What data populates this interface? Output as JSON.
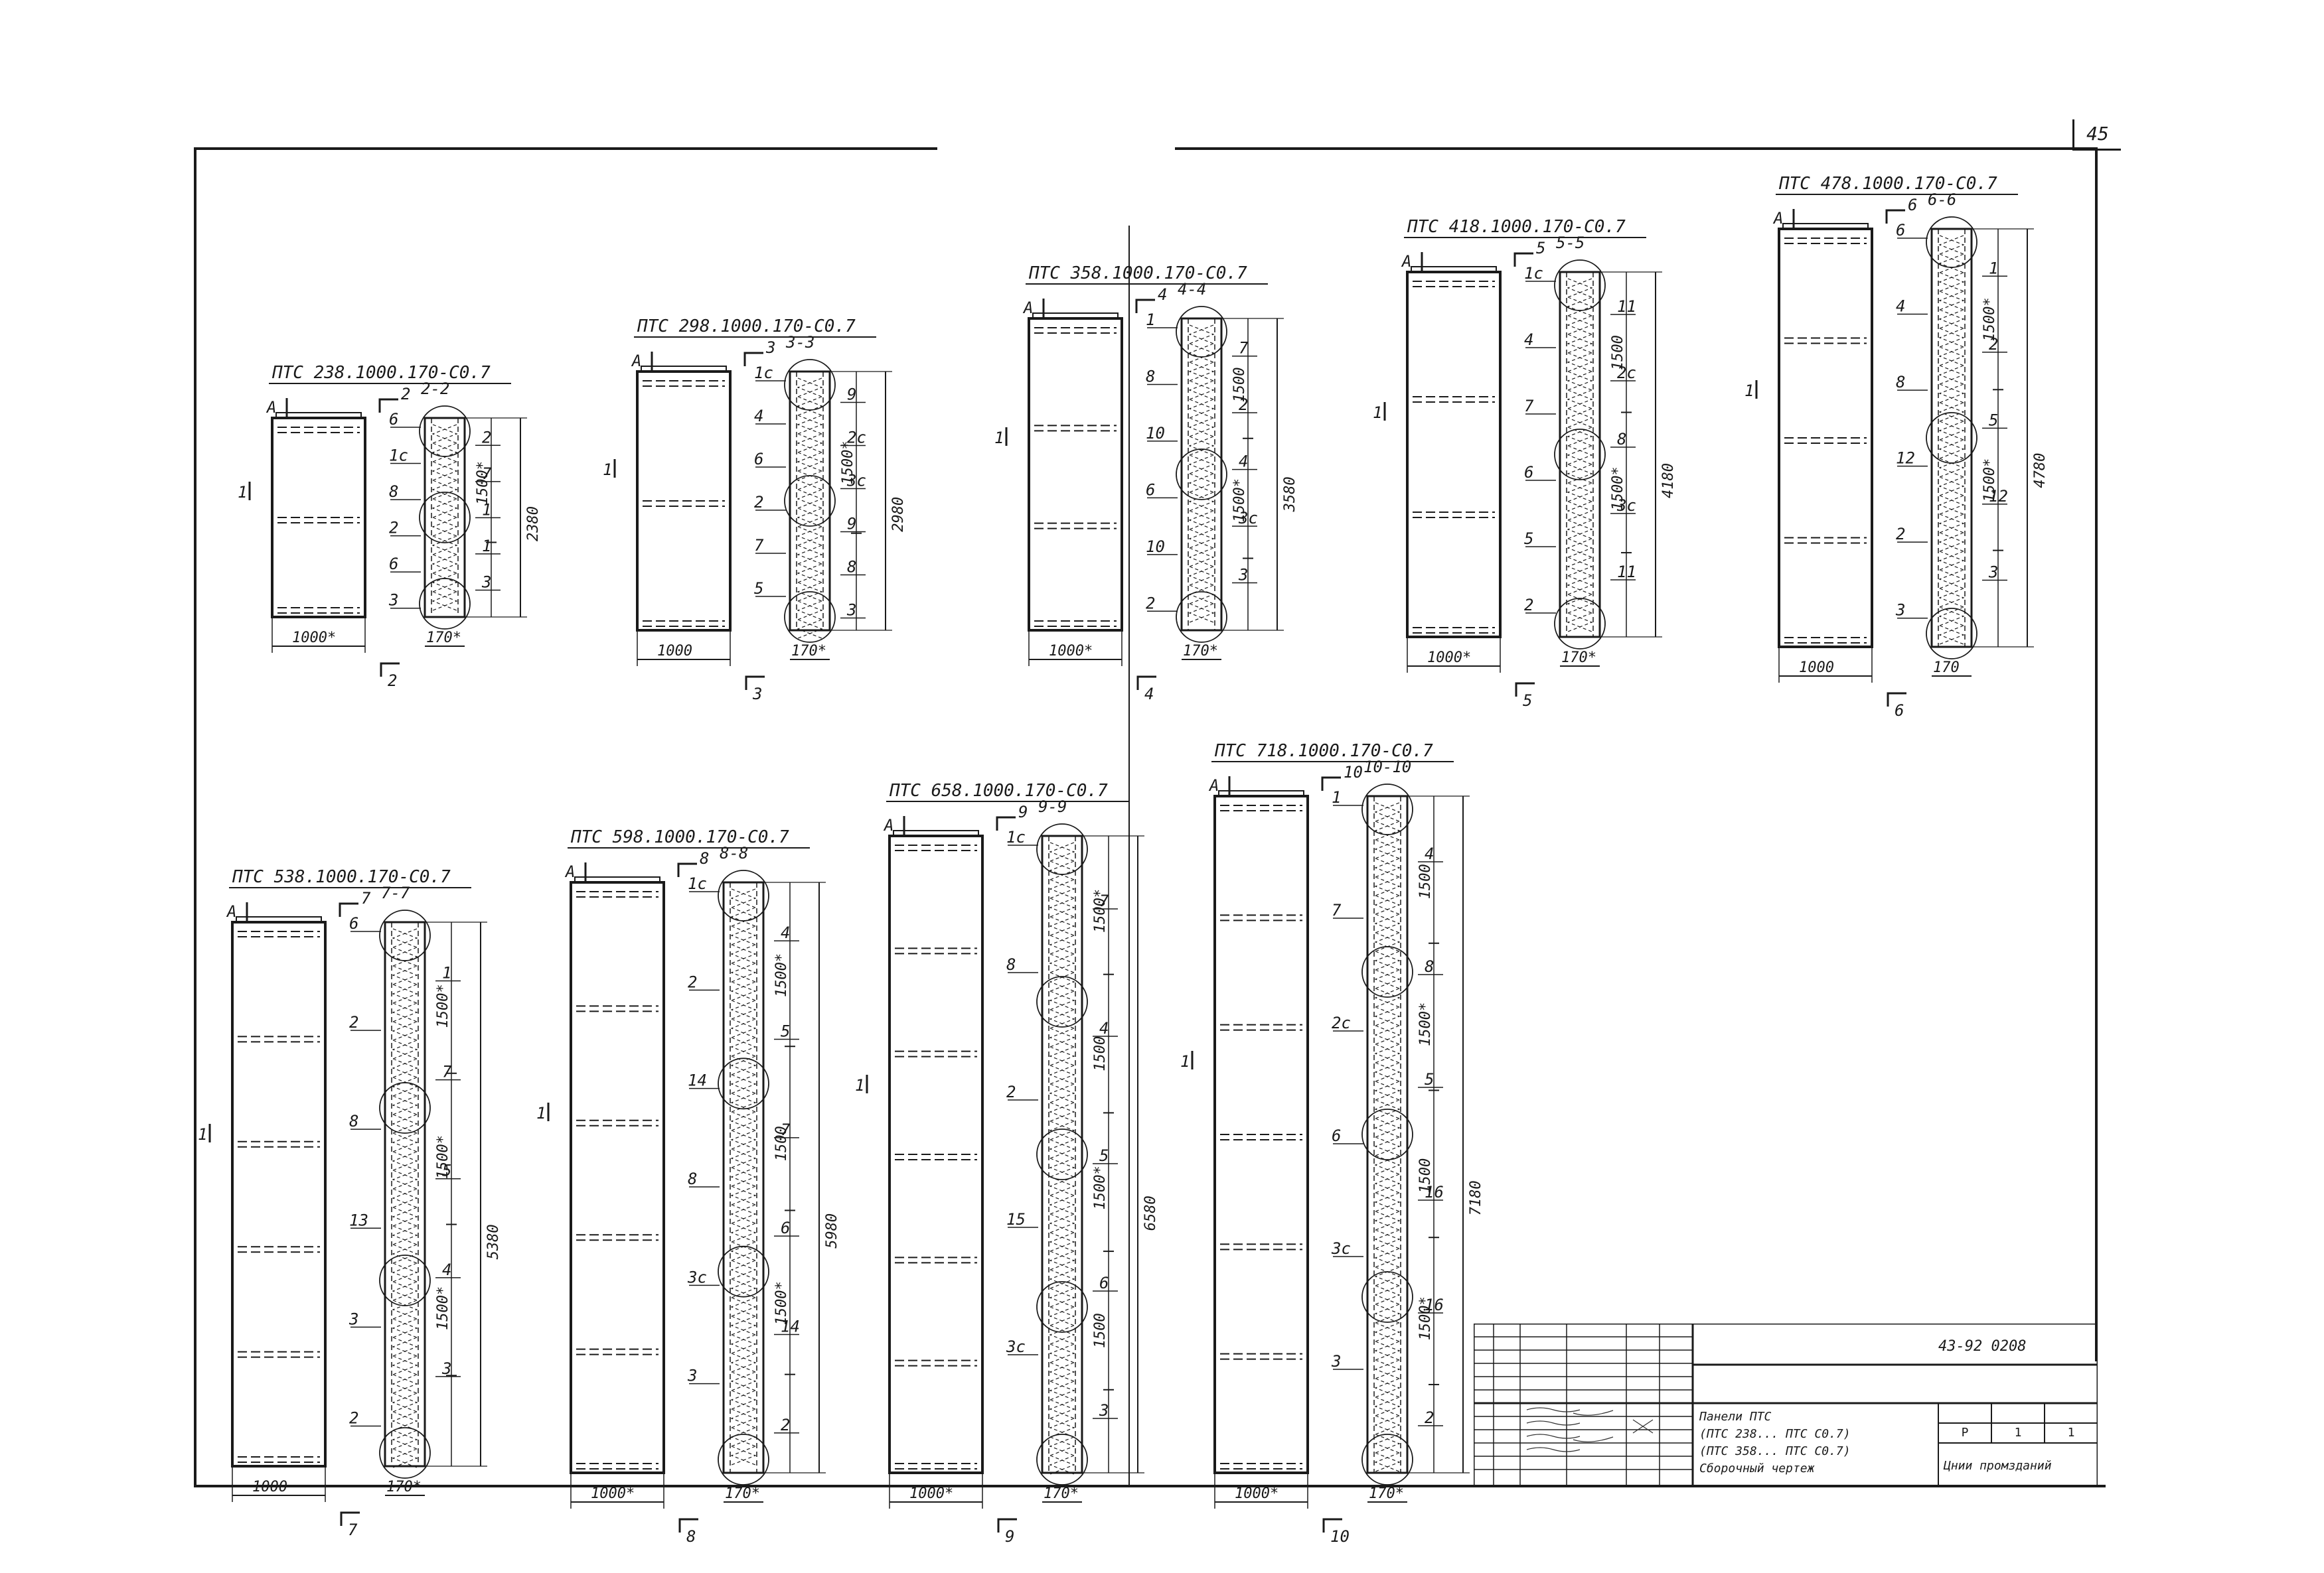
{
  "sheet": {
    "page_number": "45",
    "doc_code": "43-92 0208"
  },
  "panels": [
    {
      "title": "ПТС 238.1000.170-С0.7",
      "cut_mark": "2",
      "section_title": "2-2",
      "width_dim": "1000*",
      "section_width_dim": "170*",
      "height_dim": "2380",
      "seg_dim_1": "1500*",
      "callouts": [
        "6",
        "2",
        "1с",
        "7",
        "8",
        "1",
        "2",
        "1",
        "6",
        "3",
        "3"
      ]
    },
    {
      "title": "ПТС 298.1000.170-С0.7",
      "cut_mark": "3",
      "section_title": "3-3",
      "width_dim": "1000",
      "section_width_dim": "170*",
      "height_dim": "2980",
      "seg_dim_1": "1500*",
      "callouts": [
        "1с",
        "9",
        "4",
        "2с",
        "6",
        "3с",
        "2",
        "9",
        "7",
        "8",
        "5",
        "3"
      ]
    },
    {
      "title": "ПТС 358.1000.170-С0.7",
      "cut_mark": "4",
      "section_title": "4-4",
      "width_dim": "1000*",
      "section_width_dim": "170*",
      "height_dim": "3580",
      "seg_dim_1": "1500",
      "seg_dim_2": "1500*",
      "callouts": [
        "1",
        "7",
        "8",
        "2",
        "10",
        "4",
        "6",
        "3с",
        "10",
        "3",
        "2"
      ]
    },
    {
      "title": "ПТС 418.1000.170-С0.7",
      "cut_mark": "5",
      "section_title": "5-5",
      "width_dim": "1000*",
      "section_width_dim": "170*",
      "height_dim": "4180",
      "seg_dim_1": "1500",
      "seg_dim_2": "1500*",
      "callouts": [
        "1с",
        "11",
        "4",
        "2с",
        "7",
        "8",
        "6",
        "3с",
        "5",
        "11",
        "2"
      ]
    },
    {
      "title": "ПТС 478.1000.170-С0.7",
      "cut_mark": "6",
      "section_title": "6-6",
      "width_dim": "1000",
      "section_width_dim": "170",
      "height_dim": "4780",
      "seg_dim_1": "1500*",
      "seg_dim_2": "1500*",
      "callouts": [
        "6",
        "1",
        "4",
        "2",
        "8",
        "5",
        "12",
        "12",
        "2",
        "3",
        "3"
      ]
    },
    {
      "title": "ПТС 538.1000.170-С0.7",
      "cut_mark": "7",
      "section_title": "7-7",
      "width_dim": "1000",
      "section_width_dim": "170*",
      "height_dim": "5380",
      "seg_dim_1": "1500*",
      "seg_dim_2": "1500*",
      "seg_dim_3": "1500*",
      "callouts": [
        "6",
        "1",
        "2",
        "7",
        "8",
        "5",
        "13",
        "4",
        "3",
        "3",
        "2"
      ]
    },
    {
      "title": "ПТС 598.1000.170-С0.7",
      "cut_mark": "8",
      "section_title": "8-8",
      "width_dim": "1000*",
      "section_width_dim": "170*",
      "height_dim": "5980",
      "seg_dim_1": "1500*",
      "seg_dim_2": "1500",
      "seg_dim_3": "1500*",
      "callouts": [
        "1с",
        "4",
        "2",
        "5",
        "14",
        "7",
        "8",
        "6",
        "3с",
        "14",
        "3",
        "2"
      ]
    },
    {
      "title": "ПТС 658.1000.170-С0.7",
      "cut_mark": "9",
      "section_title": "9-9",
      "width_dim": "1000*",
      "section_width_dim": "170*",
      "height_dim": "6580",
      "seg_dim_1": "1500*",
      "seg_dim_2": "1500",
      "seg_dim_3": "1500*",
      "seg_dim_4": "1500",
      "callouts": [
        "1с",
        "7",
        "8",
        "4",
        "2",
        "5",
        "15",
        "6",
        "3с",
        "3"
      ]
    },
    {
      "title": "ПТС 718.1000.170-С0.7",
      "cut_mark": "10",
      "section_title": "10-10",
      "width_dim": "1000*",
      "section_width_dim": "170*",
      "height_dim": "7180",
      "seg_dim_1": "1500",
      "seg_dim_2": "1500*",
      "seg_dim_3": "1500",
      "seg_dim_4": "1500*",
      "callouts": [
        "1",
        "4",
        "7",
        "8",
        "2с",
        "5",
        "6",
        "16",
        "3с",
        "16",
        "3",
        "2"
      ]
    }
  ],
  "view_marks": {
    "a": "А",
    "one": "1"
  },
  "title_block": {
    "description_lines": [
      "Панели ПТС",
      "(ПТС 238... ПТС С0.7)",
      "(ПТС 358... ПТС С0.7)",
      "Сборочный чертеж"
    ],
    "stage": "Р",
    "sheet": "1",
    "sheets": "1",
    "org": "Цнии промзданий"
  }
}
